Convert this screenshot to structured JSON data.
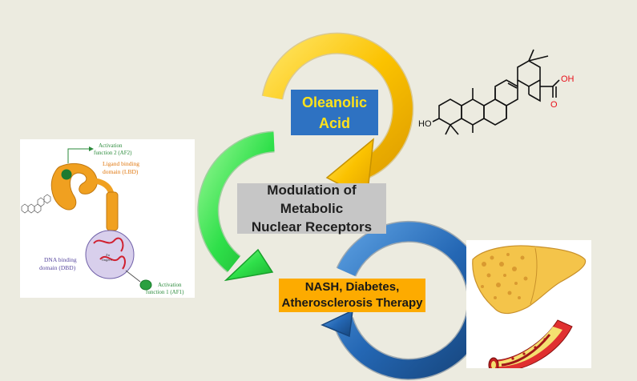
{
  "center": {
    "compound_label": [
      "Oleanolic",
      "Acid"
    ],
    "modulation_label": [
      "Modulation of Metabolic",
      "Nuclear Receptors"
    ],
    "therapy_label": [
      "NASH, Diabetes,",
      "Atherosclerosis Therapy"
    ]
  },
  "molecule": {
    "oh_label": "OH",
    "o_label": "O",
    "ho_label": "HO"
  },
  "receptor": {
    "af2_label": [
      "Activation",
      "function 2 (AF2)"
    ],
    "lbd_label": [
      "Ligand binding",
      "domain (LBD)"
    ],
    "dbd_label": [
      "DNA binding",
      "domain (DBD)"
    ],
    "zn_label": [
      "Zn",
      "fingers"
    ],
    "af1_label": [
      "Activation",
      "function 1 (AF1)"
    ]
  },
  "colors": {
    "background": "#ecebe0",
    "yellow_arrow": "#fbc200",
    "green_arrow": "#2fe04a",
    "blue_arrow": "#2467b4",
    "acid_red": "#e8101a",
    "lbd_orange": "#f0a020",
    "dbd_purple": "#5a4aa0",
    "af_green": "#2a8a3a"
  }
}
